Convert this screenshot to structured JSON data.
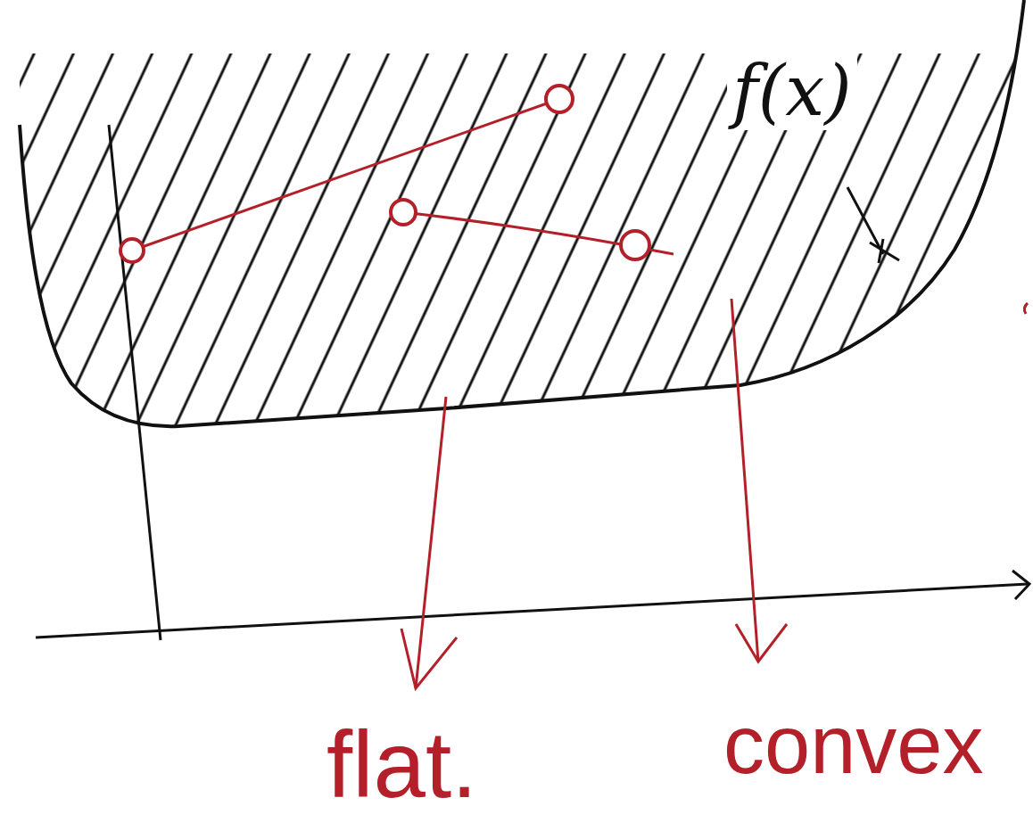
{
  "diagram": {
    "labels": [
      "f(x)",
      "flat.",
      "convex"
    ]
  }
}
